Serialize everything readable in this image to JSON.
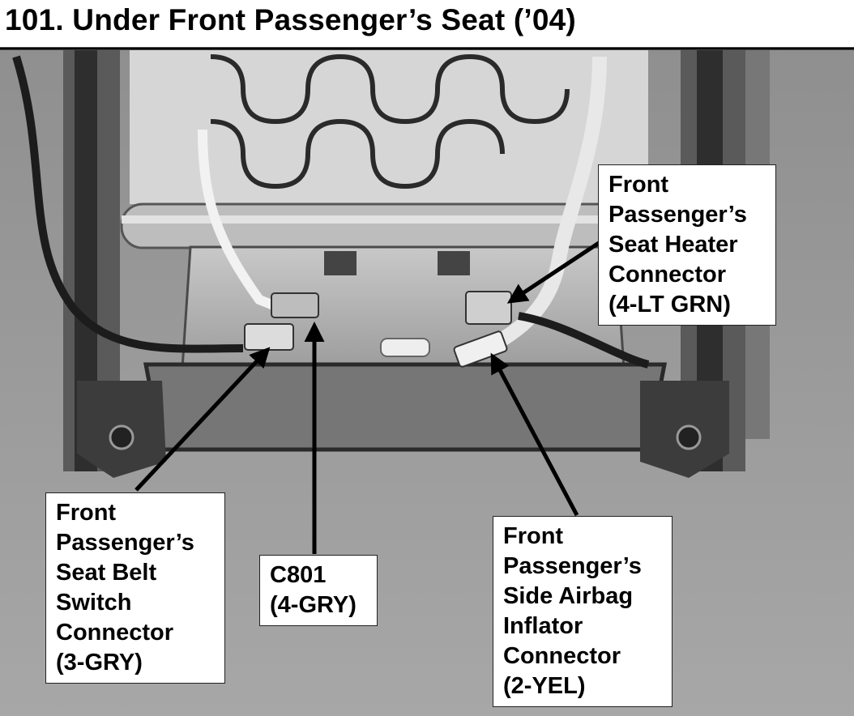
{
  "title": "101. Under Front Passenger’s Seat (’04)",
  "callouts": {
    "seat_heater": [
      "Front",
      "Passenger’s",
      "Seat Heater",
      "Connector",
      "(4-LT GRN)"
    ],
    "seat_belt": [
      "Front",
      "Passenger’s",
      "Seat Belt",
      "Switch",
      "Connector",
      "(3-GRY)"
    ],
    "c801": [
      "C801",
      "(4-GRY)"
    ],
    "side_airbag": [
      "Front",
      "Passenger’s",
      "Side Airbag",
      "Inflator",
      "Connector",
      "(2-YEL)"
    ]
  },
  "colors": {
    "arrow": "#000000",
    "label_bg": "#ffffff",
    "photo_bg": "#9a9a9a"
  }
}
